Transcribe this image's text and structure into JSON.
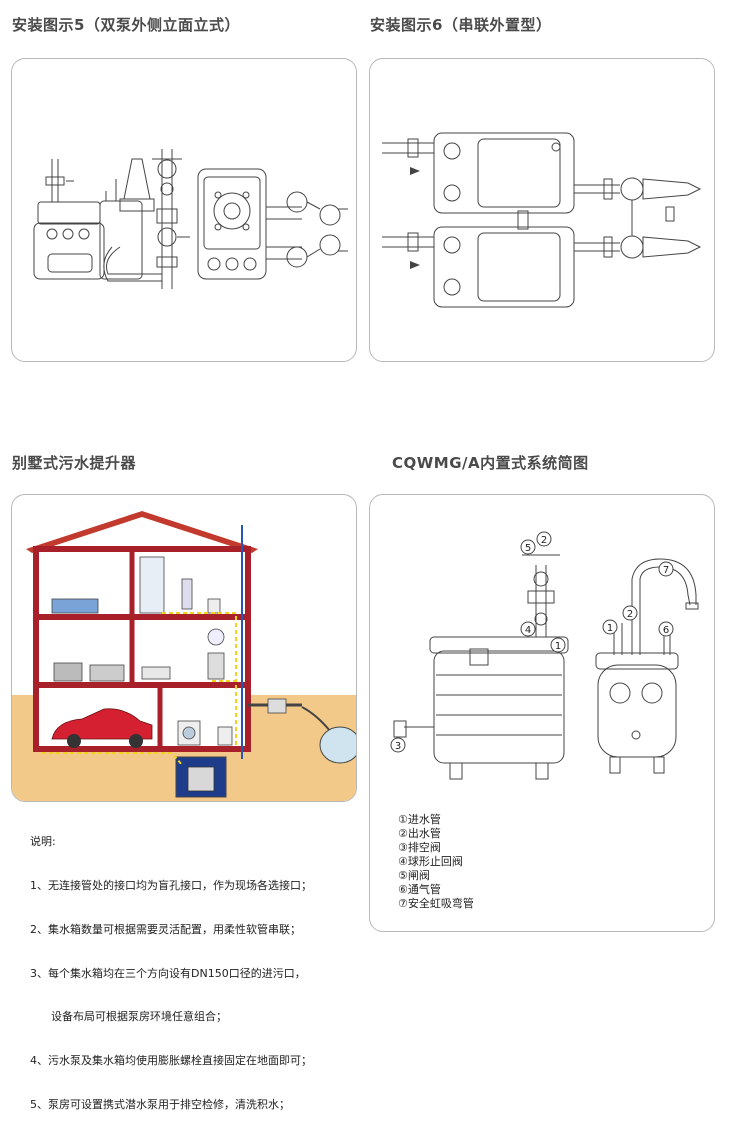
{
  "sections": {
    "s5_title": "安装图示5（双泵外侧立面立式）",
    "s6_title": "安装图示6（串联外置型）",
    "villa_title": "别墅式污水提升器",
    "system_title": "CQWMG/A内置式系统简图"
  },
  "notes": {
    "heading": "说明:",
    "items": [
      "1、无连接管处的接口均为盲孔接口，作为现场各选接口；",
      "2、集水箱数量可根据需要灵活配置，用柔性软管串联；",
      "3、每个集水箱均在三个方向设有DN150口径的进污口，",
      "      设备布局可根据泵房环境任意组合；",
      "4、污水泵及集水箱均使用膨胀螺栓直接固定在地面即可；",
      "5、泵房可设置携式潜水泵用于排空检修，清洗积水；"
    ]
  },
  "legend": {
    "items": [
      "①进水管",
      "②出水管",
      "③排空阀",
      "④球形止回阀",
      "⑤闸阀",
      "⑥通气管",
      "⑦安全虹吸弯管"
    ]
  },
  "callouts": {
    "c1": "1",
    "c2": "2",
    "c3": "3",
    "c4": "4",
    "c5": "5",
    "c6": "6",
    "c7": "7"
  },
  "colors": {
    "roof": "#c23a2e",
    "house_wall": "#a8202a",
    "sky": "#ffffff",
    "ground": "#f3c98a",
    "flow_arrow": "#f2d21b",
    "pipe_blue": "#2a55b8",
    "car": "#d42030",
    "line": "#444444"
  }
}
